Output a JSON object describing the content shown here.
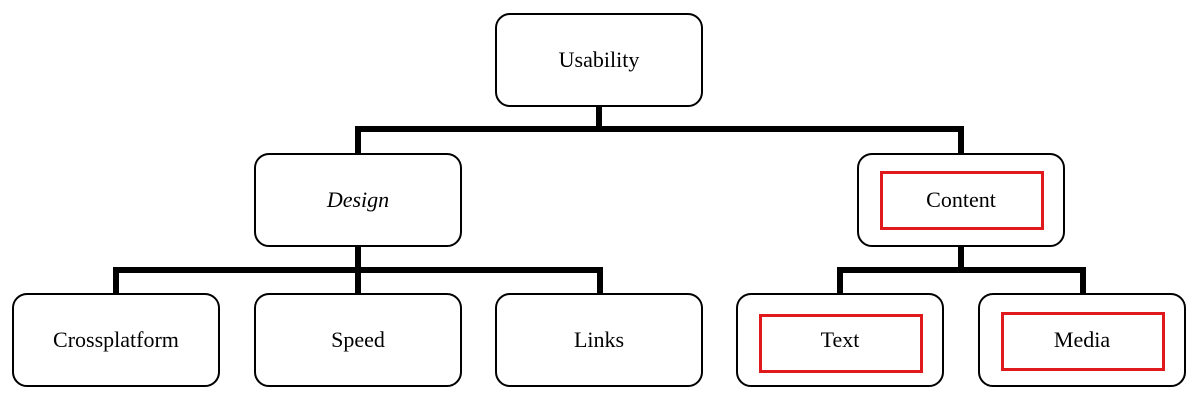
{
  "diagram": {
    "root": {
      "label": "Usability"
    },
    "level1": [
      {
        "label": "Design",
        "italic": true,
        "highlighted": false
      },
      {
        "label": "Content",
        "italic": false,
        "highlighted": true
      }
    ],
    "level2": [
      {
        "label": "Crossplatform",
        "parent": "Design",
        "highlighted": false
      },
      {
        "label": "Speed",
        "parent": "Design",
        "highlighted": false
      },
      {
        "label": "Links",
        "parent": "Design",
        "highlighted": false
      },
      {
        "label": "Text",
        "parent": "Content",
        "highlighted": true
      },
      {
        "label": "Media",
        "parent": "Content",
        "highlighted": true
      }
    ]
  },
  "colors": {
    "line": "#000000",
    "box_border": "#000000",
    "highlight": "#e0191c",
    "background": "#ffffff"
  }
}
